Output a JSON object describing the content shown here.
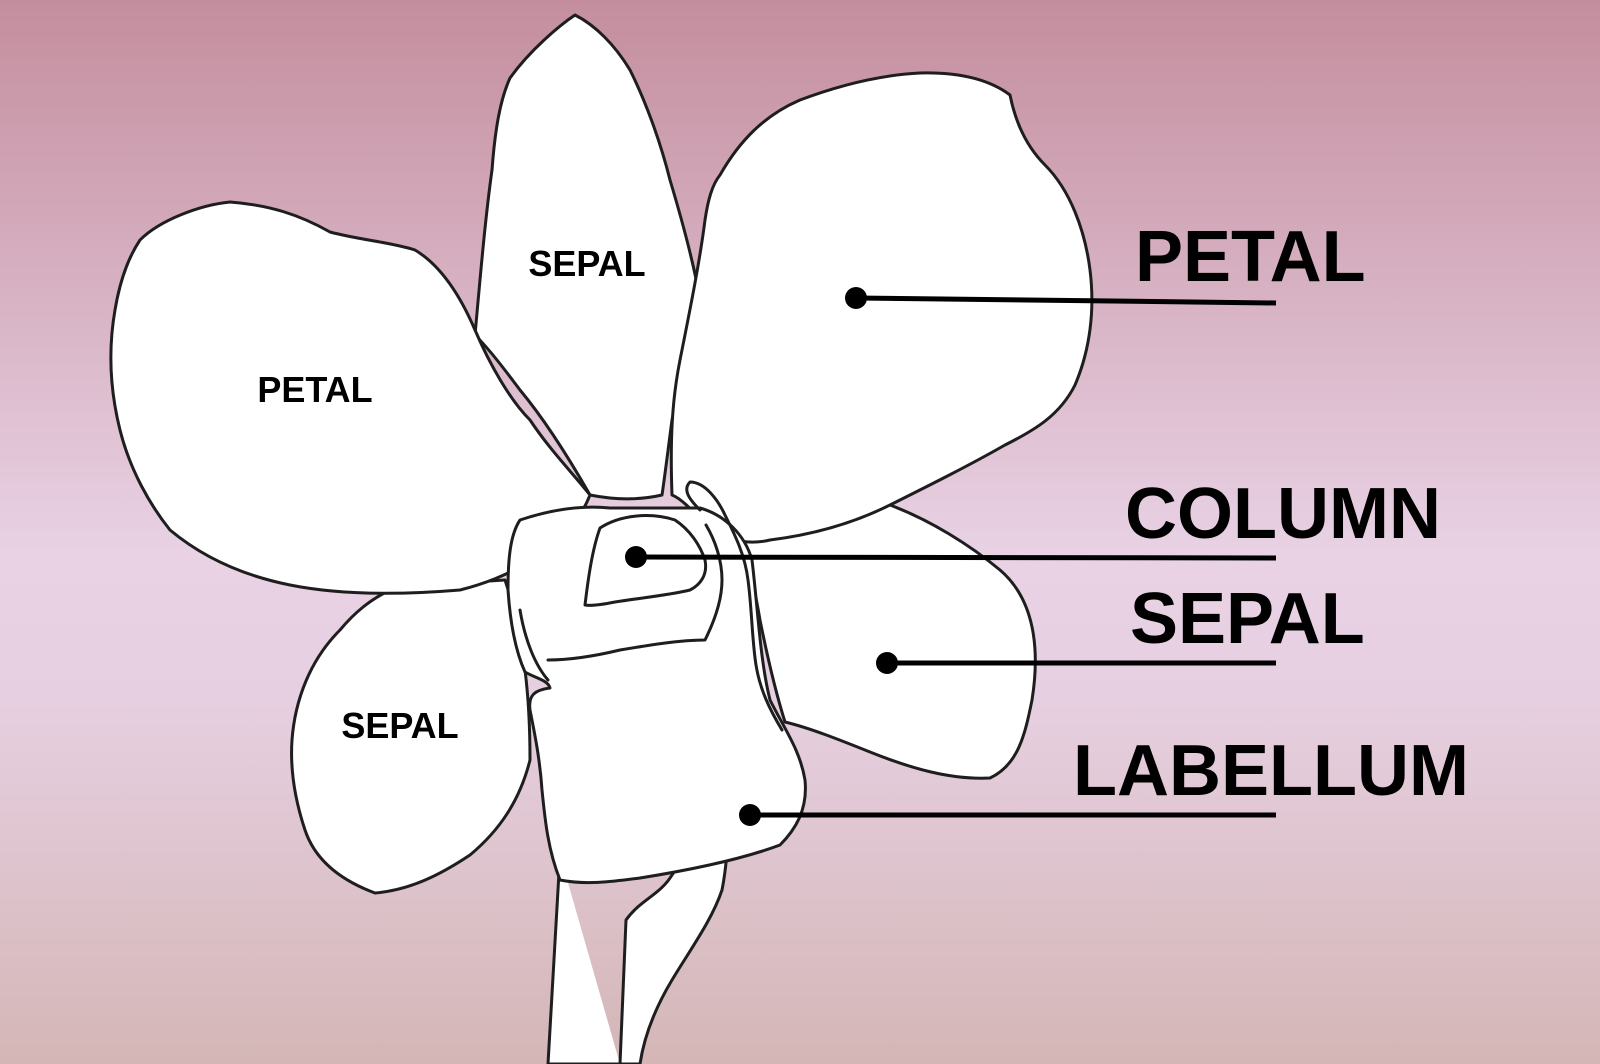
{
  "colors": {
    "background_top": "#c48e9e",
    "background_mid": "#e8d2e4",
    "background_bottom": "#d4b6b6",
    "petal_fill": "#ffffff",
    "outline": "#1e1e1e",
    "label": "#000000"
  },
  "inner_labels": {
    "top_sepal": "SEPAL",
    "left_petal": "PETAL",
    "lower_left_sepal": "SEPAL"
  },
  "callouts": {
    "petal": "PETAL",
    "column": "COLUMN",
    "sepal": "SEPAL",
    "labellum": "LABELLUM"
  }
}
